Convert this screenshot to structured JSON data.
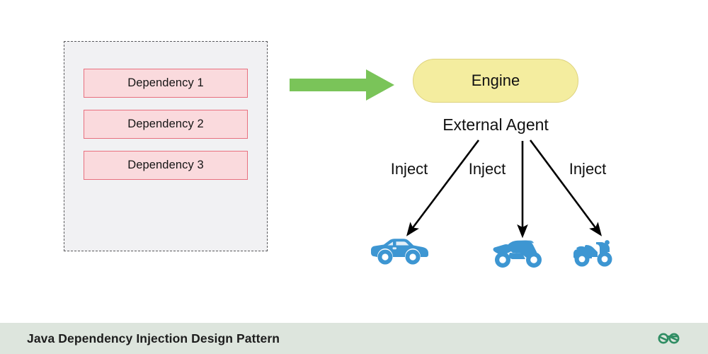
{
  "page": {
    "title": "Java Dependency Injection Design Pattern",
    "background_color": "#ffffff"
  },
  "dependency_container": {
    "name": "dependency-pool",
    "fill_color": "#f1f1f3",
    "border_color": "#59595c",
    "border_style": "dashed",
    "items": [
      {
        "label": "Dependency 1",
        "fill_color": "#fadadd",
        "border_color": "#e8707f"
      },
      {
        "label": "Dependency 2",
        "fill_color": "#fadadd",
        "border_color": "#e8707f"
      },
      {
        "label": "Dependency 3",
        "fill_color": "#fadadd",
        "border_color": "#e8707f"
      }
    ]
  },
  "flow_arrow": {
    "name": "green-arrow",
    "color": "#7ac459",
    "direction": "right"
  },
  "engine": {
    "label": "Engine",
    "fill_color": "#f4ed9f",
    "border_color": "#ded37e",
    "shape": "pill"
  },
  "external_agent": {
    "label": "External Agent"
  },
  "injections": [
    {
      "label": "Inject",
      "target_icon": "car-icon",
      "target_name": "car",
      "color": "#3d96d2"
    },
    {
      "label": "Inject",
      "target_icon": "motorcycle-icon",
      "target_name": "motorcycle",
      "color": "#3d96d2"
    },
    {
      "label": "Inject",
      "target_icon": "scooter-icon",
      "target_name": "scooter",
      "color": "#3d96d2"
    }
  ],
  "arrow_color": "#000000",
  "footer": {
    "title": "Java Dependency Injection Design Pattern",
    "background_color": "#dde5dd",
    "logo_name": "geeksforgeeks-logo",
    "logo_color": "#2f8d63"
  }
}
